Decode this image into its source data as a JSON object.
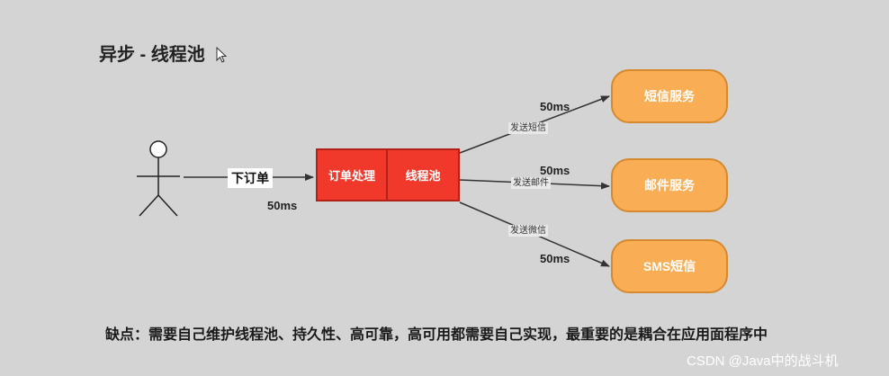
{
  "title": "异步 - 线程池",
  "actor_icon": "stick-figure-icon",
  "cursor_icon": "mouse-pointer-icon",
  "order_label": "下订单",
  "order_time": "50ms",
  "boxes": {
    "order_process": "订单处理",
    "thread_pool": "线程池"
  },
  "edges": [
    {
      "label": "发送短信",
      "time": "50ms"
    },
    {
      "label": "发送邮件",
      "time": "50ms"
    },
    {
      "label": "发送微信",
      "time": "50ms"
    }
  ],
  "services": [
    {
      "label": "短信服务"
    },
    {
      "label": "邮件服务"
    },
    {
      "label": "SMS短信"
    }
  ],
  "footer": "缺点：需要自己维护线程池、持久性、高可靠，高可用都需要自己实现，最重要的是耦合在应用面程序中",
  "watermark": "CSDN @Java中的战斗机",
  "colors": {
    "background": "#d4d4d4",
    "red_box": "#f0392b",
    "service_pill": "#f9ad55"
  }
}
